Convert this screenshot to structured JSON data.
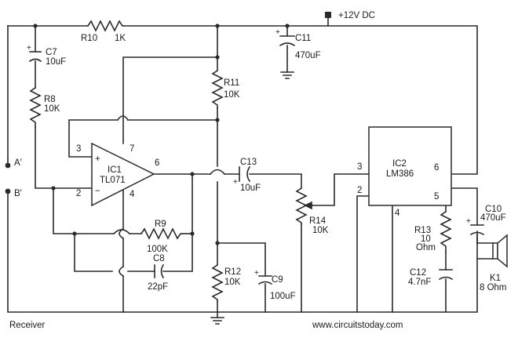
{
  "supply": "+12V DC",
  "inputs": {
    "a": "A'",
    "b": "B'"
  },
  "caption": "Receiver",
  "website": "www.circuitstoday.com",
  "opamp": {
    "ref": "IC1",
    "part": "TL071",
    "pin3": "3",
    "pin2": "2",
    "pin7": "7",
    "pin4": "4",
    "pin6": "6",
    "plus": "+",
    "minus": "−"
  },
  "amp": {
    "ref": "IC2",
    "part": "LM386",
    "pin3": "3",
    "pin2": "2",
    "pin6": "6",
    "pin4": "4",
    "pin5": "5"
  },
  "components": {
    "r10": {
      "ref": "R10",
      "value": "1K"
    },
    "c7": {
      "ref": "C7",
      "value": "10uF"
    },
    "r8": {
      "ref": "R8",
      "value": "10K"
    },
    "r11": {
      "ref": "R11",
      "value": "10K"
    },
    "c11": {
      "ref": "C11",
      "value": "470uF"
    },
    "r9": {
      "ref": "R9",
      "value": "100K"
    },
    "c8": {
      "ref": "C8",
      "value": "22pF"
    },
    "c13": {
      "ref": "C13",
      "value": "10uF"
    },
    "r14": {
      "ref": "R14",
      "value": "10K"
    },
    "r12": {
      "ref": "R12",
      "value": "10K"
    },
    "c9": {
      "ref": "C9",
      "value": "100uF"
    },
    "r13": {
      "ref": "R13",
      "value1": "10",
      "value2": "Ohm"
    },
    "c12": {
      "ref": "C12",
      "value": "4.7nF"
    },
    "c10": {
      "ref": "C10",
      "value": "470uF"
    },
    "k1": {
      "ref": "K1",
      "value": "8 Ohm"
    }
  }
}
